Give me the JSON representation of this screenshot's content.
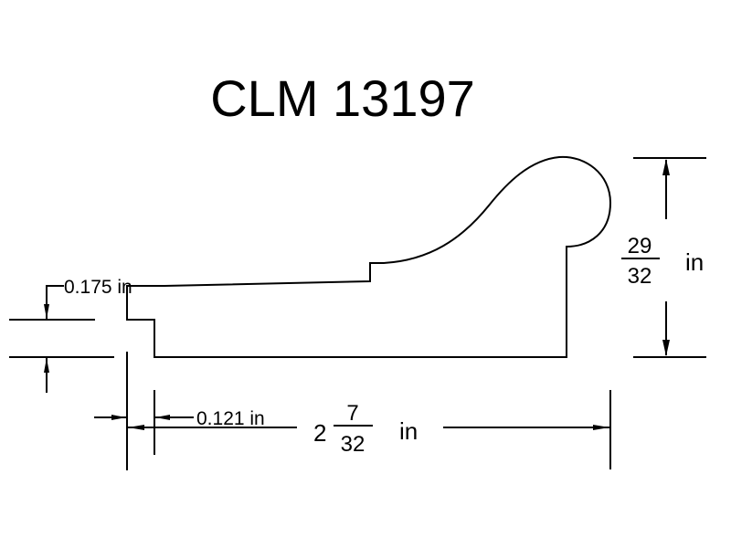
{
  "title": "CLM 13197",
  "dimensions": {
    "height": {
      "numerator": "29",
      "denominator": "32",
      "unit": "in"
    },
    "width": {
      "whole": "2",
      "numerator": "7",
      "denominator": "32",
      "unit": "in"
    },
    "lip_height": "0.175 in",
    "lip_width": "0.121 in"
  },
  "colors": {
    "line": "#000000",
    "background": "#ffffff"
  }
}
